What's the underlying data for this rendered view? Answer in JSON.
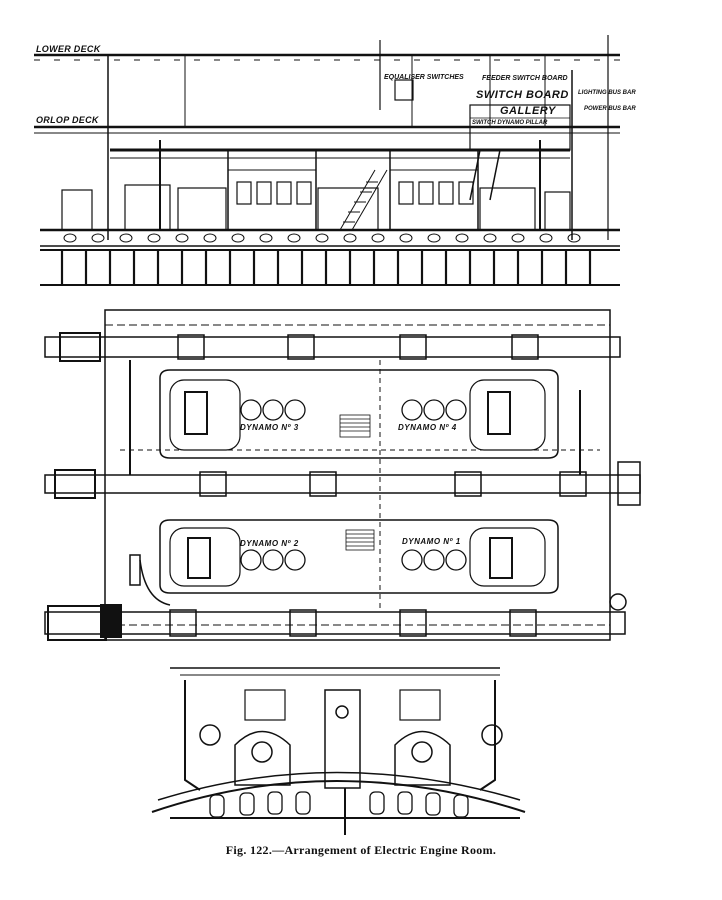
{
  "labels": {
    "lower_deck": "LOWER DECK",
    "orlop_deck": "ORLOP DECK",
    "equaliser_switches": "EQUALISER SWITCHES",
    "feeder_switch_board": "FEEDER SWITCH BOARD",
    "switch_board": "SWITCH BOARD",
    "gallery": "GALLERY",
    "switch_dynamo_pillar": "SWITCH DYNAMO PILLAR",
    "lighting_bus_bar": "LIGHTING BUS BAR",
    "power_bus_bar": "POWER BUS BAR",
    "dynamo_1": "DYNAMO Nº 1",
    "dynamo_2": "DYNAMO Nº 2",
    "dynamo_3": "DYNAMO Nº 3",
    "dynamo_4": "DYNAMO Nº 4"
  },
  "caption": "Fig. 122.—Arrangement of Electric Engine Room."
}
